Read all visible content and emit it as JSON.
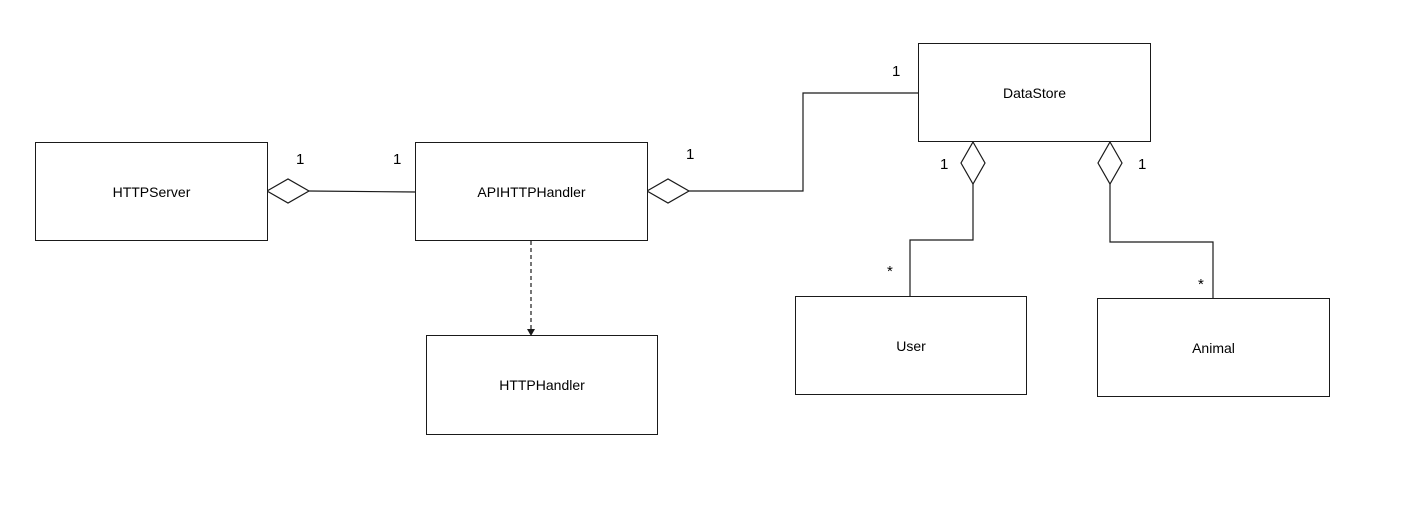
{
  "classes": {
    "http_server": "HTTPServer",
    "api_http_handler": "APIHTTPHandler",
    "http_handler": "HTTPHandler",
    "data_store": "DataStore",
    "user": "User",
    "animal": "Animal"
  },
  "multiplicities": {
    "server_side": "1",
    "api_left": "1",
    "api_right": "1",
    "datastore_left": "1",
    "datastore_user": "1",
    "datastore_animal": "1",
    "user_many": "*",
    "animal_many": "*"
  }
}
